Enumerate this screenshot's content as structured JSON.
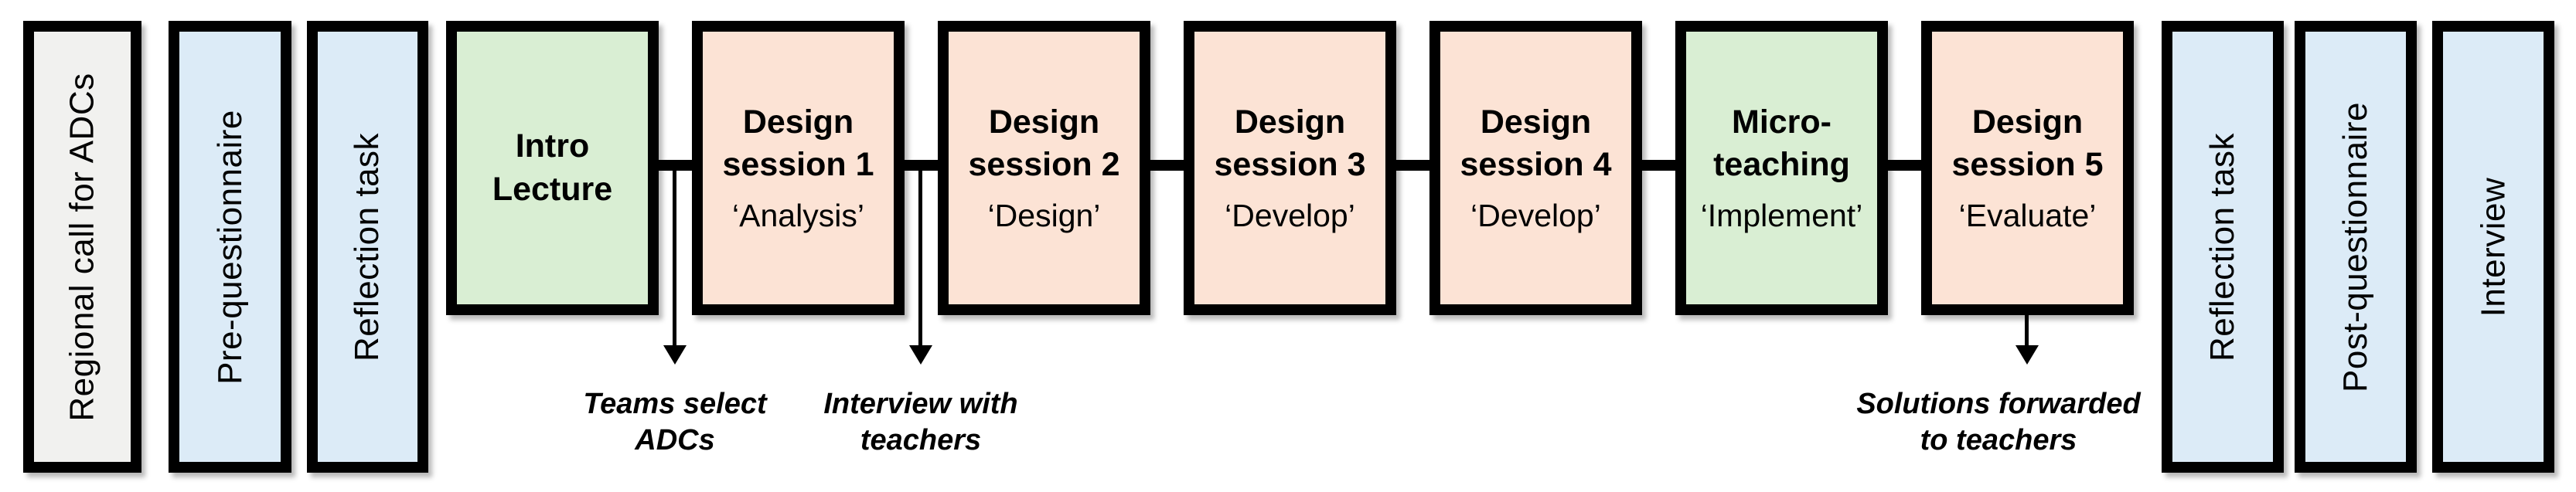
{
  "colors": {
    "border": "#000000",
    "background": "#ffffff",
    "box_gray": "#f1f1ef",
    "box_blue": "#dcebf7",
    "box_green": "#d9eed3",
    "box_peach": "#fce3d5"
  },
  "timeline": {
    "pre_activities": [
      {
        "label": "Regional call for ADCs"
      },
      {
        "label": "Pre-questionnaire"
      },
      {
        "label": "Reflection task"
      }
    ],
    "sessions": [
      {
        "title": "Intro\nLecture",
        "subtitle": ""
      },
      {
        "title": "Design\nsession 1",
        "subtitle": "‘Analysis’"
      },
      {
        "title": "Design\nsession 2",
        "subtitle": "‘Design’"
      },
      {
        "title": "Design\nsession 3",
        "subtitle": "‘Develop’"
      },
      {
        "title": "Design\nsession 4",
        "subtitle": "‘Develop’"
      },
      {
        "title": "Micro-\nteaching",
        "subtitle": "‘Implement’"
      },
      {
        "title": "Design\nsession 5",
        "subtitle": "‘Evaluate’"
      }
    ],
    "post_activities": [
      {
        "label": "Reflection task"
      },
      {
        "label": "Post-questionnaire"
      },
      {
        "label": "Interview"
      }
    ],
    "annotations": [
      {
        "text": "Teams select\nADCs"
      },
      {
        "text": "Interview with\nteachers"
      },
      {
        "text": "Solutions forwarded\nto teachers"
      }
    ]
  }
}
